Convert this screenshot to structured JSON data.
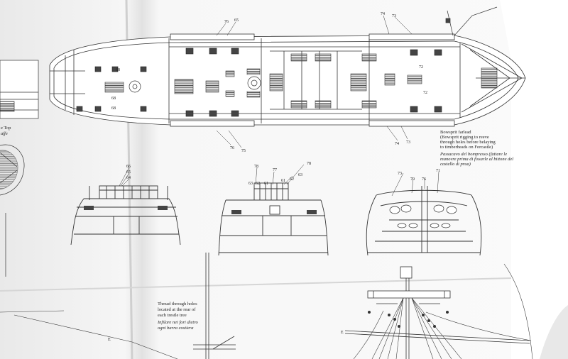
{
  "deck_callouts_top": [
    "76",
    "65",
    "74",
    "73"
  ],
  "deck_callouts_side": [
    "68",
    "68",
    "68",
    "72",
    "72"
  ],
  "deck_callouts_bottom": [
    "76",
    "75",
    "74",
    "73"
  ],
  "left_fragment": {
    "line1": "e Top",
    "line2": "affe"
  },
  "bowsprit_note": {
    "en": [
      "Bowsprit farlead",
      "(Bowsprit rigging to reeve",
      "through holes before belaying",
      "to timberheads on Forcastle)"
    ],
    "it": [
      "Passacavo del bompresso (fattare le",
      "manovre prima di fissarle al bittone del",
      "castello di prua)"
    ]
  },
  "section1_callouts": [
    "66",
    "65",
    "64"
  ],
  "section2_callouts": [
    "78",
    "63",
    "62",
    "61",
    "77",
    "61",
    "62",
    "63",
    "78"
  ],
  "section3_callouts": [
    "73",
    "70",
    "76",
    "71"
  ],
  "thread_note": {
    "en": [
      "Thread through holes",
      "located at the rear of",
      "each trestle tree"
    ],
    "it": [
      "Infilare nei fori dietro",
      "ogni barra costiera"
    ]
  },
  "rigging_label": "E",
  "left_rigging_label": "E"
}
